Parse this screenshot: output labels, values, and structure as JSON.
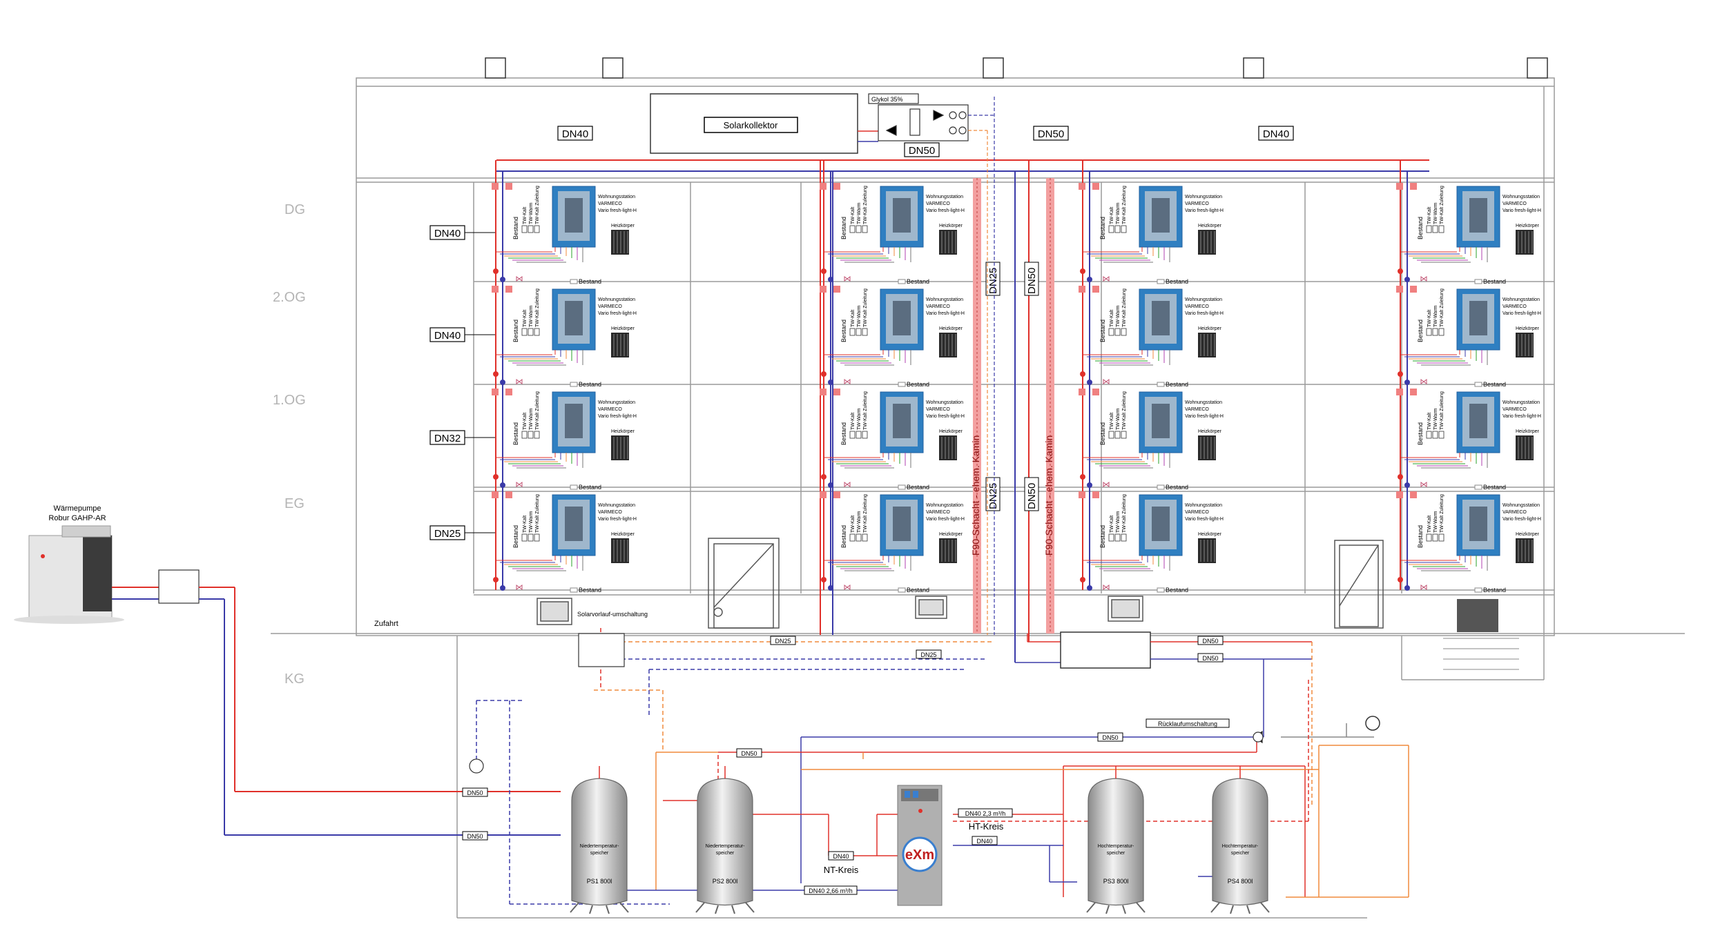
{
  "floors": {
    "dg": "DG",
    "og2": "2.OG",
    "og1": "1.OG",
    "eg": "EG",
    "kg": "KG"
  },
  "riser_labels": {
    "dg": "DN40",
    "og2": "DN40",
    "og1": "DN32",
    "eg": "DN25"
  },
  "roof_labels": {
    "left": "DN40",
    "center_left": "DN50",
    "center_right": "DN50",
    "right": "DN40"
  },
  "solar": {
    "collector": "Solarkollektor",
    "glycol": "Glykol 35%",
    "switch": "Solarvorlauf-umschaltung"
  },
  "shaft": {
    "left_label": "F90-Schacht - ehem. Kamin",
    "right_label": "F90-Schacht - ehem. Kamin",
    "dn25_top": "DN25",
    "dn25_bottom": "DN25",
    "dn50_top": "DN50",
    "dn50_bottom": "DN50"
  },
  "station": {
    "line1": "Wohnungsstation",
    "line2": "VARMECO",
    "line3": "Vario fresh-light-H",
    "radiator": "Heizkörper",
    "existing": "Bestand",
    "pipes": [
      "TW-Kalt",
      "TW-Warm",
      "TW-Kalt Zuleitung"
    ]
  },
  "heatpump": {
    "line1": "Wärmepumpe",
    "line2": "Robur GAHP-AR"
  },
  "site": {
    "access": "Zufahrt"
  },
  "basement": {
    "return_switch": "Rücklaufumschaltung",
    "dn25_a": "DN25",
    "dn25_b": "DN25",
    "dn50_a": "DN50",
    "dn50_b": "DN50",
    "dn50_c": "DN50",
    "dn50_d": "DN50",
    "dn50_hp_flow": "DN50",
    "dn50_hp_return": "DN50",
    "dn40_nt": "DN40",
    "dn40_flow_nt": "DN40 2,66 m³/h",
    "dn40_ht_top": "DN40 2,3 m³/h",
    "dn40_ht": "DN40",
    "nt_kreis": "NT-Kreis",
    "ht_kreis": "HT-Kreis",
    "exm": "eXm"
  },
  "tanks": [
    {
      "name": "Niedertemperatur-speicher",
      "id": "PS1",
      "vol": "800l"
    },
    {
      "name": "Niedertemperatur-speicher",
      "id": "PS2",
      "vol": "800l"
    },
    {
      "name": "Hochtemperatur-speicher",
      "id": "PS3",
      "vol": "800l"
    },
    {
      "name": "Hochtemperatur-speicher",
      "id": "PS4",
      "vol": "800l"
    }
  ],
  "colors": {
    "flow": "#e0302a",
    "return": "#3a3aa8",
    "solar_flow": "#f08a3c",
    "shaft": "#f3a0a0",
    "outline": "#9a9a9a",
    "station": "#2f7fc1"
  }
}
